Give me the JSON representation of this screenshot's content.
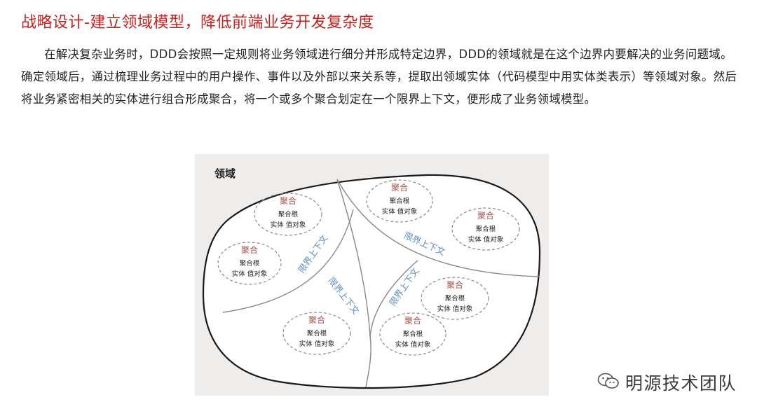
{
  "title": "战略设计-建立领域模型，降低前端业务开发复杂度",
  "paragraph": "在解决复杂业务时，DDD会按照一定规则将业务领域进行细分并形成特定边界，DDD的领域就是在这个边界内要解决的业务问题域。确定领域后，通过梳理业务过程中的用户操作、事件以及外部以来关系等，提取出领域实体（代码模型中用实体类表示）等领域对象。然后将业务紧密相关的实体进行组合形成聚合，将一个或多个聚合划定在一个限界上下文，便形成了业务领域模型。",
  "diagram": {
    "domain_label": "领域",
    "aggregate_title": "聚合",
    "aggregate_root": "聚合根",
    "aggregate_objects": "实体  值对象",
    "context_label": "限界上下文",
    "colors": {
      "background": "#efedeb",
      "domain_fill": "#ffffff",
      "outline": "#1a1a1a",
      "divider": "#888888",
      "ellipse_stroke": "#8a8a8a",
      "aggregate_title": "#a8544a",
      "context_text": "#5b8fc7"
    }
  },
  "watermark": {
    "icon": "wechat-icon",
    "text": "明源技术团队"
  }
}
